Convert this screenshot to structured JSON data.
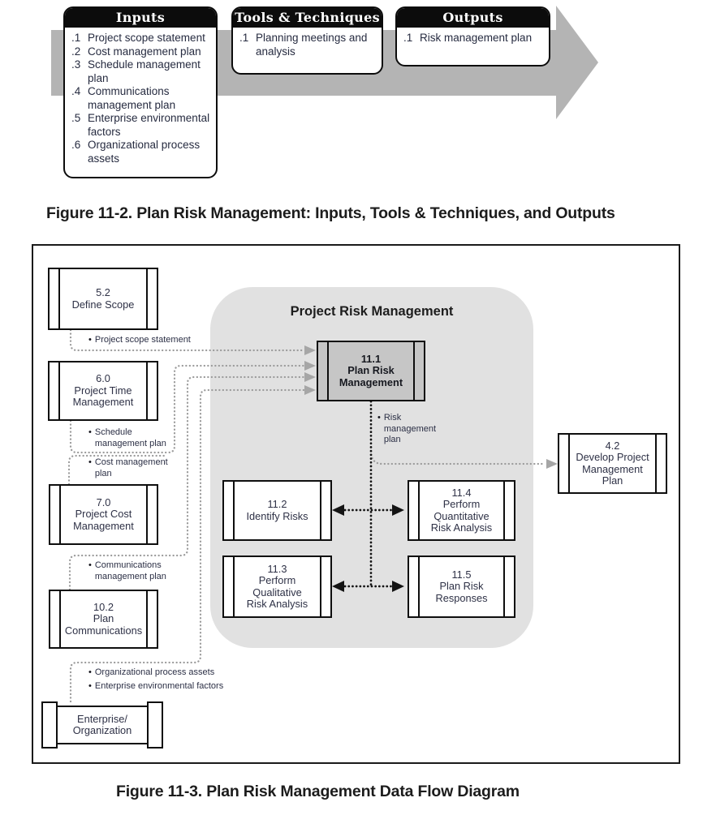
{
  "figure_11_2": {
    "caption": "Figure 11-2. Plan Risk Management: Inputs, Tools & Techniques, and Outputs",
    "inputs": {
      "title": "Inputs",
      "items": [
        "Project scope statement",
        "Cost management plan",
        "Schedule management plan",
        "Communications management plan",
        "Enterprise environmental factors",
        "Organizational process assets"
      ]
    },
    "tools": {
      "title": "Tools & Techniques",
      "items": [
        "Planning meetings and analysis"
      ]
    },
    "outputs": {
      "title": "Outputs",
      "items": [
        "Risk management plan"
      ]
    }
  },
  "figure_11_3": {
    "caption": "Figure 11-3. Plan Risk Management Data Flow Diagram",
    "group_title": "Project Risk Management",
    "nodes": {
      "define_scope": "5.2\nDefine Scope",
      "project_time": "6.0\nProject Time\nManagement",
      "project_cost": "7.0\nProject Cost\nManagement",
      "plan_communications": "10.2\nPlan\nCommunications",
      "enterprise": "Enterprise/\nOrganization",
      "plan_risk_management": "11.1\nPlan Risk\nManagement",
      "identify_risks": "11.2\nIdentify Risks",
      "perform_quantitative": "11.4\nPerform\nQuantitative\nRisk Analysis",
      "perform_qualitative": "11.3\nPerform\nQualitative\nRisk Analysis",
      "plan_risk_responses": "11.5\nPlan Risk\nResponses",
      "develop_pm_plan": "4.2\nDevelop Project\nManagement\nPlan"
    },
    "flow_labels": {
      "scope": "Project scope statement",
      "schedule": "Schedule\nmanagement plan",
      "cost": "Cost management\nplan",
      "communications": "Communications\nmanagement plan",
      "opa": "Organizational process assets",
      "eef": "Enterprise environmental factors",
      "risk_plan": "Risk\nmanagement\nplan"
    },
    "colors": {
      "group_fill": "#e1e1e1",
      "node_fill": "#c6c6c6",
      "arrow_gray": "#a6a6a6",
      "arrow_black": "#141414"
    }
  }
}
